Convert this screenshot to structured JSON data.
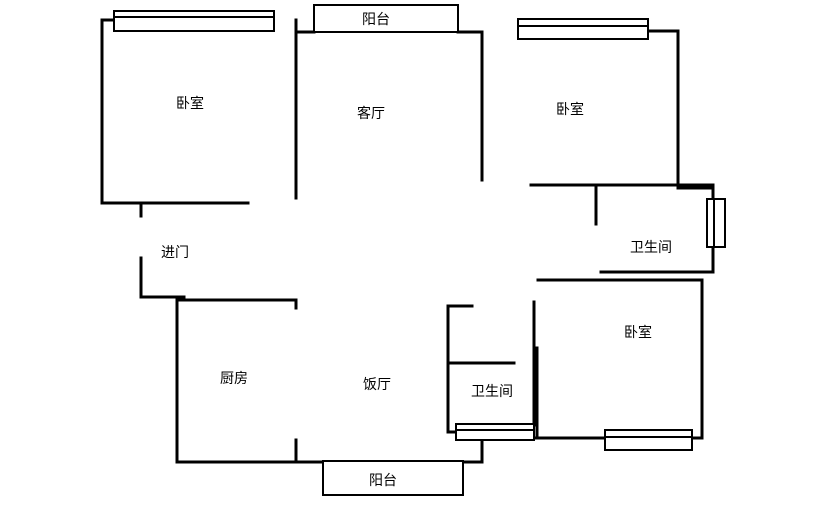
{
  "rooms": {
    "bedroom_top_left": "卧室",
    "living_room": "客厅",
    "bedroom_top_right": "卧室",
    "entrance": "进门",
    "bathroom_right": "卫生间",
    "kitchen": "厨房",
    "dining_room": "饭厅",
    "bathroom_center": "卫生间",
    "bedroom_bottom_right": "卧室"
  },
  "balconies": {
    "top": "阳台",
    "bottom": "阳台"
  }
}
